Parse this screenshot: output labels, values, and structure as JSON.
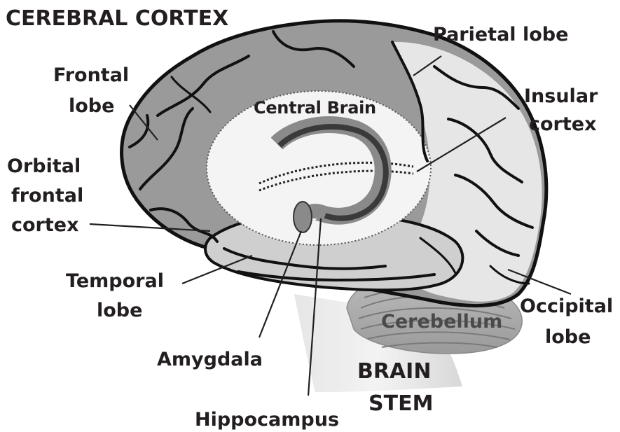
{
  "diagram": {
    "title": "CEREBRAL CORTEX",
    "labels": {
      "parietal": "Parietal lobe",
      "frontal_1": "Frontal",
      "frontal_2": "lobe",
      "central": "Central Brain",
      "insular_1": "Insular",
      "insular_2": "cortex",
      "orbital_1": "Orbital",
      "orbital_2": "frontal",
      "orbital_3": "cortex",
      "temporal_1": "Temporal",
      "temporal_2": "lobe",
      "occipital_1": "Occipital",
      "occipital_2": "lobe",
      "cerebellum": "Cerebellum",
      "amygdala": "Amygdala",
      "brainstem_1": "BRAIN",
      "brainstem_2": "STEM",
      "hippocampus": "Hippocampus"
    },
    "colors": {
      "cortex_dark": "#9a9a9a",
      "cortex_light": "#dcdcdc",
      "central_region": "#f4f4f4",
      "hippocampus_dark": "#3a3a3a",
      "hippocampus_mid": "#8a8a8a",
      "text": "#231f20"
    }
  }
}
